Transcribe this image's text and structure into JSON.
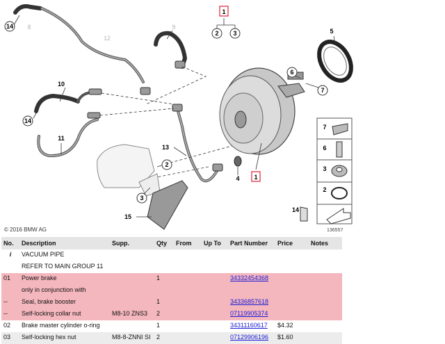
{
  "diagram": {
    "callouts": [
      "14",
      "8",
      "12",
      "9",
      "1",
      "2",
      "3",
      "5",
      "6",
      "7",
      "10",
      "14",
      "11",
      "13",
      "2",
      "4",
      "1",
      "3",
      "15"
    ],
    "legend": [
      "7",
      "6",
      "3",
      "2",
      "14"
    ]
  },
  "copyright": "© 2016 BMW AG",
  "ref_number": "136557",
  "table": {
    "headers": [
      "No.",
      "Description",
      "Supp.",
      "Qty",
      "From",
      "Up To",
      "Part Number",
      "Price",
      "Notes"
    ],
    "rows": [
      {
        "no": "i",
        "desc": "VACUUM PIPE",
        "supp": "",
        "qty": "",
        "from": "",
        "upto": "",
        "part": "",
        "price": "",
        "notes": ""
      },
      {
        "no": "",
        "desc": "REFER TO MAIN GROUP 11",
        "supp": "",
        "qty": "",
        "from": "",
        "upto": "",
        "part": "",
        "price": "",
        "notes": ""
      },
      {
        "no": "01",
        "desc": "Power brake",
        "supp": "",
        "qty": "1",
        "from": "",
        "upto": "",
        "part": "34332454368",
        "price": "",
        "notes": ""
      },
      {
        "no": "",
        "desc": "only in conjunction with",
        "supp": "",
        "qty": "",
        "from": "",
        "upto": "",
        "part": "",
        "price": "",
        "notes": ""
      },
      {
        "no": "--",
        "desc": "Seal, brake booster",
        "supp": "",
        "qty": "1",
        "from": "",
        "upto": "",
        "part": "34336857618",
        "price": "",
        "notes": ""
      },
      {
        "no": "--",
        "desc": "Self-locking collar nut",
        "supp": "M8-10 ZNS3",
        "qty": "2",
        "from": "",
        "upto": "",
        "part": "07119905374",
        "price": "",
        "notes": ""
      },
      {
        "no": "02",
        "desc": "Brake master cylinder o-ring",
        "supp": "",
        "qty": "1",
        "from": "",
        "upto": "",
        "part": "34311160617",
        "price": "$4.32",
        "notes": ""
      },
      {
        "no": "03",
        "desc": "Self-locking hex nut",
        "supp": "M8-8-ZNNI SI",
        "qty": "2",
        "from": "",
        "upto": "",
        "part": "07129906196",
        "price": "$1.60",
        "notes": ""
      }
    ]
  }
}
